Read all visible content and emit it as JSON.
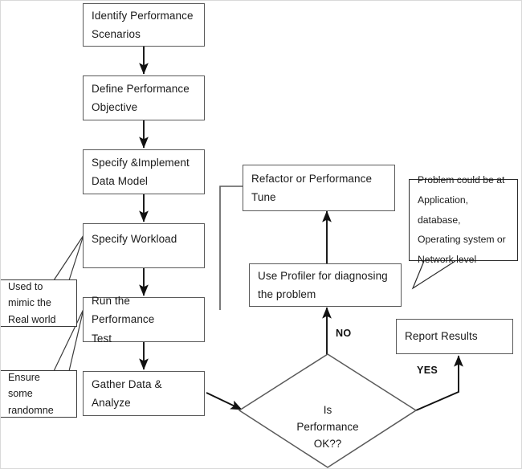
{
  "diagram": {
    "title": "Performance Testing Process Flowchart",
    "type": "flowchart",
    "colors": {
      "box_border": "#5a5a5a",
      "callout_border": "#3a3a3a",
      "line": "#1a1a1a",
      "background": "#ffffff",
      "text": "#1a1a1a"
    },
    "nodes": [
      {
        "id": "identify",
        "shape": "rect",
        "label": "Identify Performance\nScenarios"
      },
      {
        "id": "define",
        "shape": "rect",
        "label": "Define Performance\nObjective"
      },
      {
        "id": "datamodel",
        "shape": "rect",
        "label": "Specify &Implement\nData Model"
      },
      {
        "id": "workload",
        "shape": "rect",
        "label": "Specify Workload"
      },
      {
        "id": "runtest",
        "shape": "rect",
        "label": "Run the Performance\nTest"
      },
      {
        "id": "gather",
        "shape": "rect",
        "label": "Gather Data &\nAnalyze"
      },
      {
        "id": "decision",
        "shape": "diamond",
        "label": "Is\nPerformance\nOK??"
      },
      {
        "id": "profiler",
        "shape": "rect",
        "label": "Use Profiler for diagnosing\nthe problem"
      },
      {
        "id": "refactor",
        "shape": "rect",
        "label": "Refactor or Performance\nTune"
      },
      {
        "id": "report",
        "shape": "rect",
        "label": "Report Results"
      }
    ],
    "callouts": [
      {
        "id": "mimic",
        "label": "Used to\nmimic the\nReal world",
        "points_to": "workload"
      },
      {
        "id": "random",
        "label": "Ensure\nsome\nrandomne",
        "points_to": "runtest"
      },
      {
        "id": "problem",
        "label": "Problem could be at\nApplication, database,\nOperating system or\nNetwork level",
        "points_to": "profiler"
      }
    ],
    "edge_labels": [
      {
        "id": "no",
        "label": "NO"
      },
      {
        "id": "yes",
        "label": "YES"
      }
    ]
  }
}
